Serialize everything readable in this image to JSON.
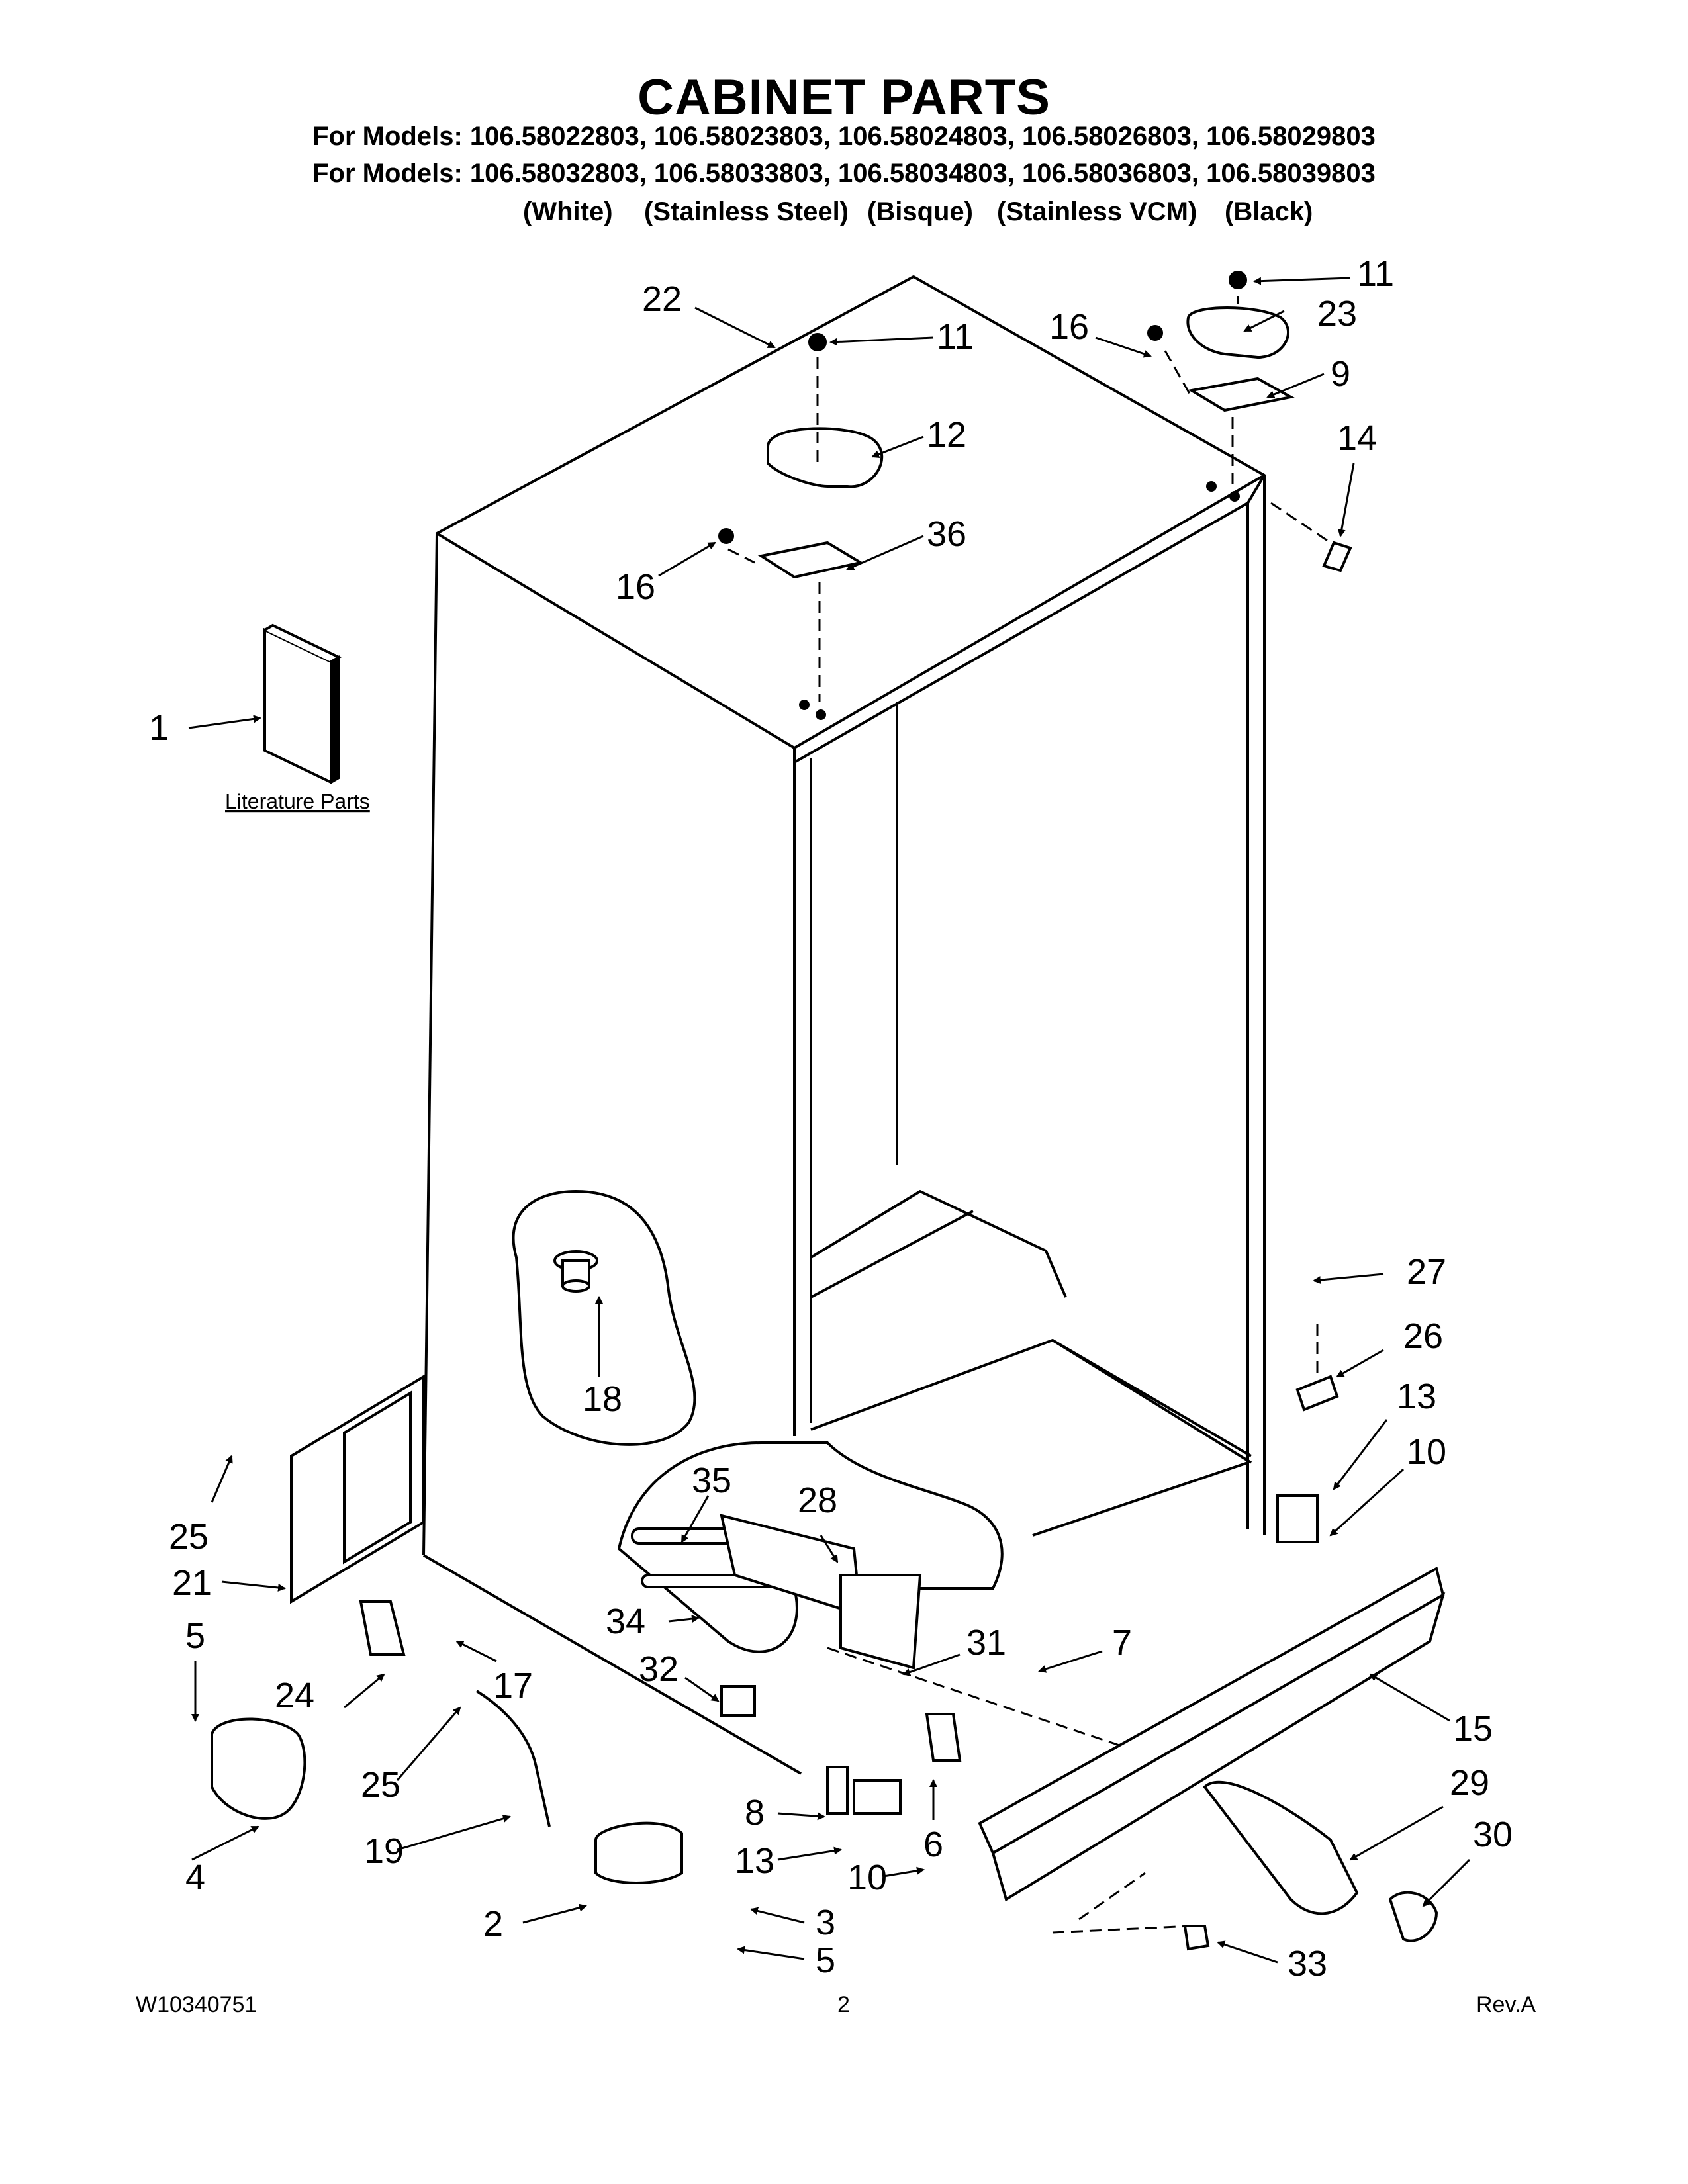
{
  "title": "CABINET PARTS",
  "models_line_1": "For Models: 106.58022803, 106.58023803, 106.58024803, 106.58026803, 106.58029803",
  "models_line_2": "For Models: 106.58032803, 106.58033803, 106.58034803, 106.58036803, 106.58039803",
  "finishes": [
    "(White)",
    "(Stainless Steel)",
    "(Bisque)",
    "(Stainless VCM)",
    "(Black)"
  ],
  "literature_label": "Literature Parts",
  "callouts": {
    "c22": "22",
    "c11a": "11",
    "c11b": "11",
    "c23": "23",
    "c16a": "16",
    "c9": "9",
    "c14": "14",
    "c12": "12",
    "c36": "36",
    "c16b": "16",
    "c1": "1",
    "c27": "27",
    "c26": "26",
    "c13a": "13",
    "c10a": "10",
    "c18": "18",
    "c35": "35",
    "c28": "28",
    "c25a": "25",
    "c21": "21",
    "c34": "34",
    "c31": "31",
    "c7": "7",
    "c5a": "5",
    "c32": "32",
    "c17": "17",
    "c24": "24",
    "c15": "15",
    "c29": "29",
    "c25b": "25",
    "c8": "8",
    "c6": "6",
    "c30": "30",
    "c19": "19",
    "c13b": "13",
    "c10b": "10",
    "c4": "4",
    "c2": "2",
    "c3": "3",
    "c5b": "5",
    "c33": "33"
  },
  "footer": {
    "doc_number": "W10340751",
    "page": "2",
    "revision": "Rev.A"
  }
}
